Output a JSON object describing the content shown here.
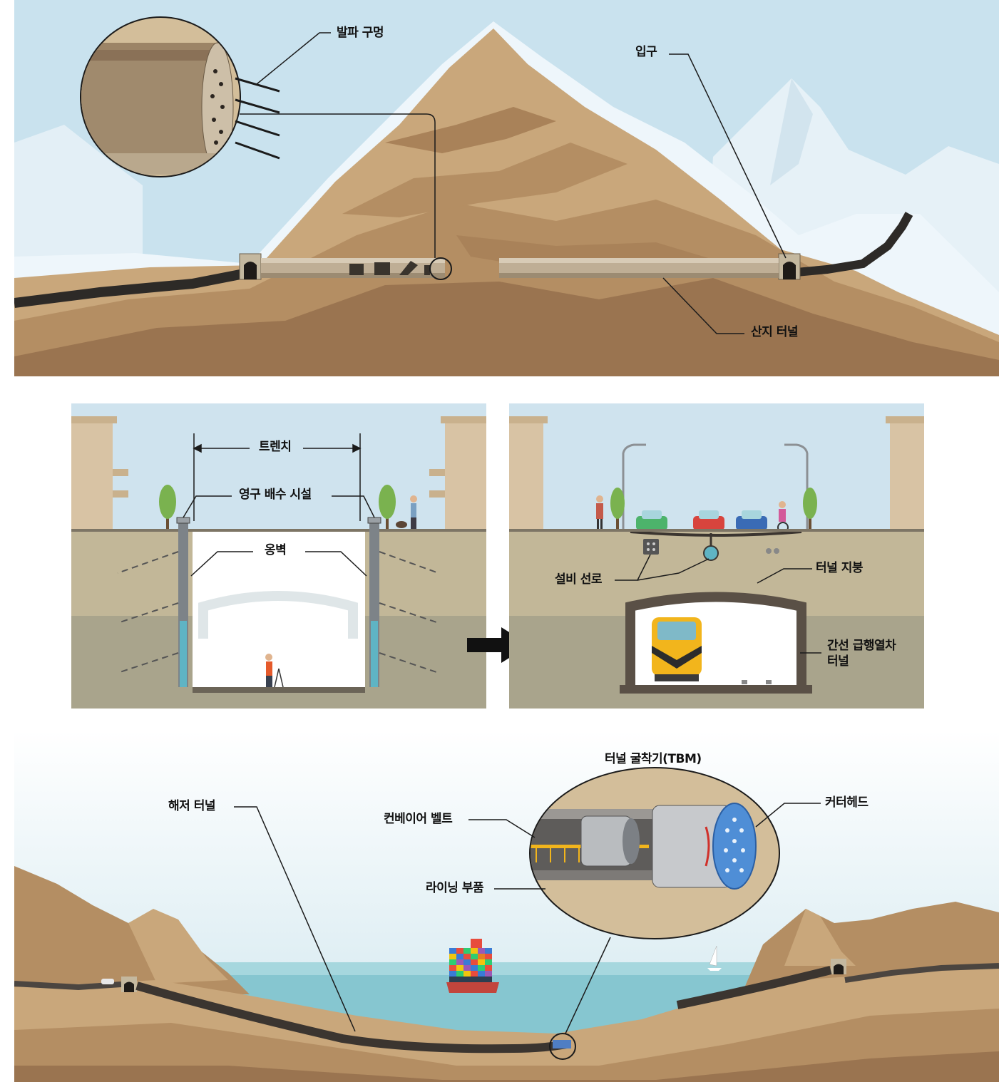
{
  "colors": {
    "sky": "#c9e2ee",
    "snow": "#eef6fb",
    "earth_light": "#c9a77b",
    "earth_mid": "#b48e63",
    "earth_dark": "#9a7450",
    "sea": "#86c6d0",
    "tunnel": "#3b3530",
    "label_text": "#111111"
  },
  "mountain_panel": {
    "labels": {
      "blast_holes": "발파 구멍",
      "entrance": "입구",
      "mountain_tunnel": "산지 터널"
    }
  },
  "trench_panel": {
    "labels": {
      "trench": "트렌치",
      "permanent_drainage": "영구 배수 시설",
      "retaining_wall": "옹벽"
    }
  },
  "completed_panel": {
    "labels": {
      "utility_lines": "설비 선로",
      "tunnel_roof": "터널 지붕",
      "express_train_tunnel_line1": "간선 급행열차",
      "express_train_tunnel_line2": "터널"
    }
  },
  "undersea_panel": {
    "labels": {
      "tbm_title": "터널 굴착기(TBM)",
      "undersea_tunnel": "해저 터널",
      "conveyor_belt": "컨베이어 벨트",
      "cutter_head": "커터헤드",
      "lining_segments": "라이닝 부품"
    }
  },
  "icons": [
    "arrow-right-icon"
  ]
}
